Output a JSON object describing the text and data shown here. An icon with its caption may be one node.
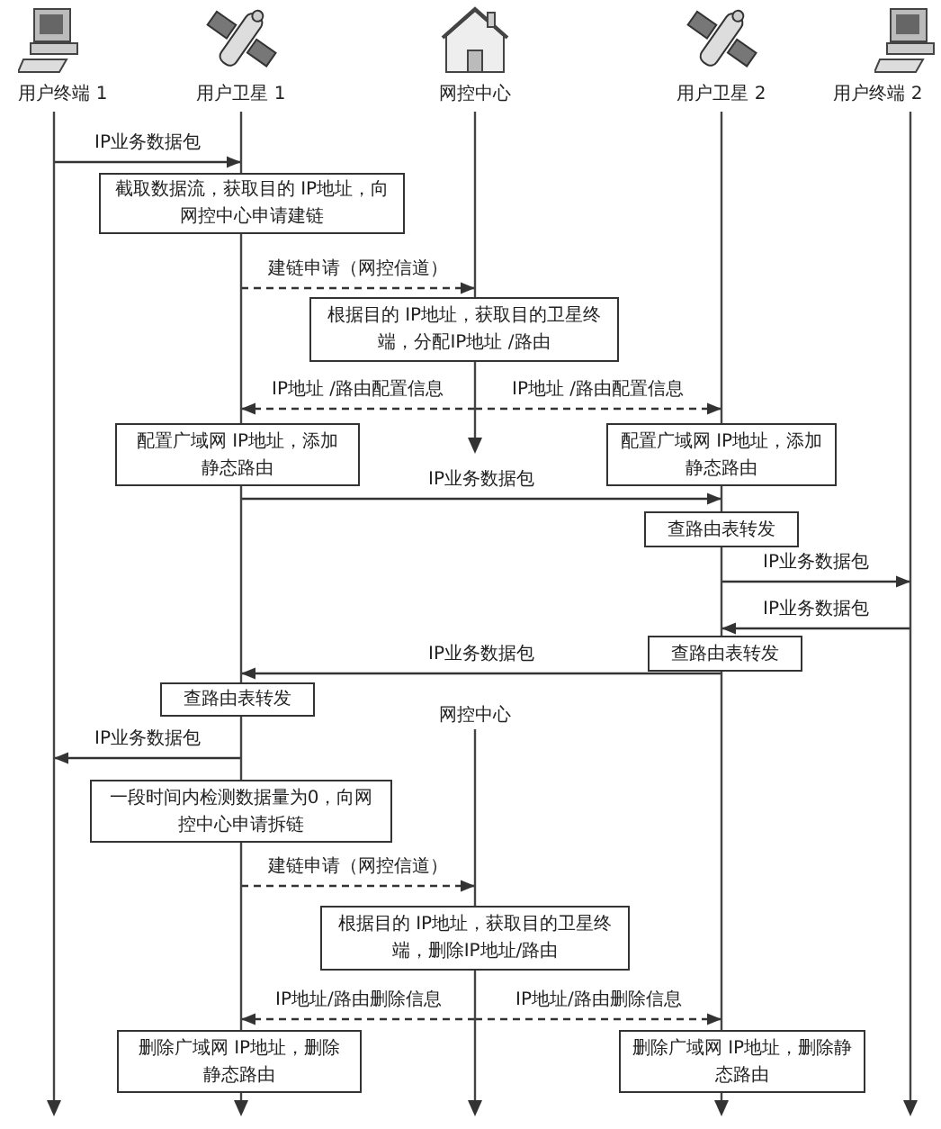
{
  "diagram": {
    "nodes": [
      {
        "text": [
          "用户终端 1"
        ]
      },
      {
        "text": [
          "用户卫星 1"
        ]
      },
      {
        "text": [
          "网控中心"
        ]
      },
      {
        "text": [
          "用户卫星 2"
        ]
      },
      {
        "text": [
          "用户终端 2"
        ]
      },
      {
        "text": [
          "网控中心"
        ]
      },
      {
        "text": [
          "截取数据流，获取目的 IP地址，向网控中心申请建链"
        ]
      },
      {
        "text": [
          "根据目的 IP地址，获取目的卫星终端，分配IP地址 /路由"
        ]
      },
      {
        "text": [
          "配置广域网 IP地址，添加静态路由"
        ]
      },
      {
        "text": [
          "配置广域网 IP地址，添加静态路由"
        ]
      },
      {
        "text": [
          "查路由表转发"
        ]
      },
      {
        "text": [
          "查路由表转发"
        ]
      },
      {
        "text": [
          "查路由表转发"
        ]
      },
      {
        "text": [
          "一段时间内检测数据量为0，向网控中心申请拆链"
        ]
      },
      {
        "text": [
          "根据目的 IP地址，获取目的卫星终端，删除IP地址/路由"
        ]
      },
      {
        "text": [
          "删除广域网 IP地址，删除静态路由"
        ]
      },
      {
        "text": [
          "删除广域网 IP地址，删除静态路由"
        ]
      }
    ],
    "edges": [
      {
        "from": 0,
        "to": 1,
        "arrow": "to",
        "label": "IP业务数据包"
      },
      {
        "from": 1,
        "to": 2,
        "arrow": "to",
        "label": "建链申请（网控信道）",
        "style": "dashed"
      },
      {
        "from": 2,
        "to": 1,
        "arrow": "to",
        "label": "IP地址 /路由配置信息",
        "style": "dashed"
      },
      {
        "from": 2,
        "to": 3,
        "arrow": "to",
        "label": "IP地址 /路由配置信息",
        "style": "dashed"
      },
      {
        "from": 1,
        "to": 3,
        "arrow": "to",
        "label": "IP业务数据包"
      },
      {
        "from": 3,
        "to": 4,
        "arrow": "to",
        "label": "IP业务数据包"
      },
      {
        "from": 4,
        "to": 3,
        "arrow": "to",
        "label": "IP业务数据包"
      },
      {
        "from": 3,
        "to": 1,
        "arrow": "to",
        "label": "IP业务数据包"
      },
      {
        "from": 1,
        "to": 0,
        "arrow": "to",
        "label": "IP业务数据包"
      },
      {
        "from": 1,
        "to": 5,
        "arrow": "to",
        "label": "建链申请（网控信道）",
        "style": "dashed"
      },
      {
        "from": 5,
        "to": 1,
        "arrow": "to",
        "label": "IP地址/路由删除信息",
        "style": "dashed"
      },
      {
        "from": 5,
        "to": 3,
        "arrow": "to",
        "label": "IP地址/路由删除信息",
        "style": "dashed"
      }
    ]
  }
}
